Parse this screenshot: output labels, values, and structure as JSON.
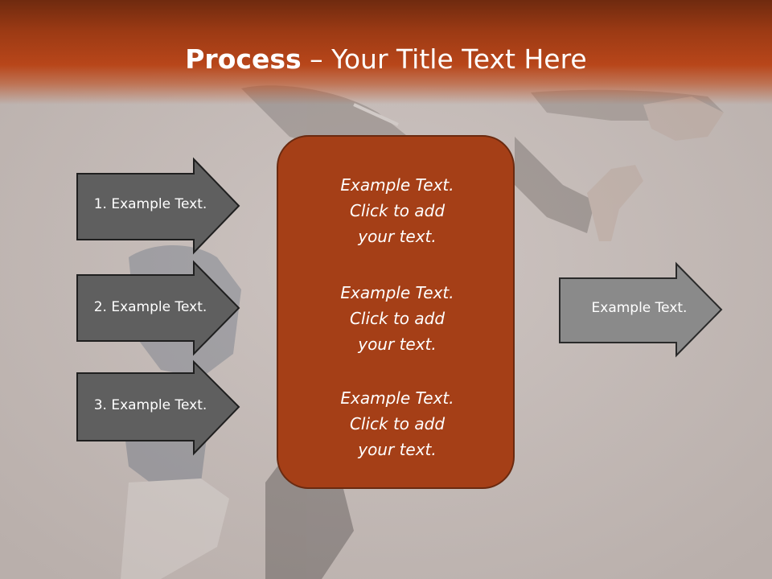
{
  "slide": {
    "title_bold": "Process",
    "title_rest": " – Your Title Text Here"
  },
  "left_arrows": [
    {
      "label": "1. Example Text."
    },
    {
      "label": "2. Example Text."
    },
    {
      "label": "3. Example Text."
    }
  ],
  "center_box": {
    "blocks": [
      {
        "line1": "Example Text.",
        "line2": "Click  to add",
        "line3": "your text."
      },
      {
        "line1": "Example Text.",
        "line2": "Click  to add",
        "line3": "your text."
      },
      {
        "line1": "Example Text.",
        "line2": "Click  to add",
        "line3": "your text."
      }
    ]
  },
  "right_arrow": {
    "label": "Example Text."
  },
  "colors": {
    "title_bar": "#b8461a",
    "center_box": "#a53f17",
    "arrow_dark": "#5f5f5f",
    "arrow_light": "#8a8a8a"
  }
}
